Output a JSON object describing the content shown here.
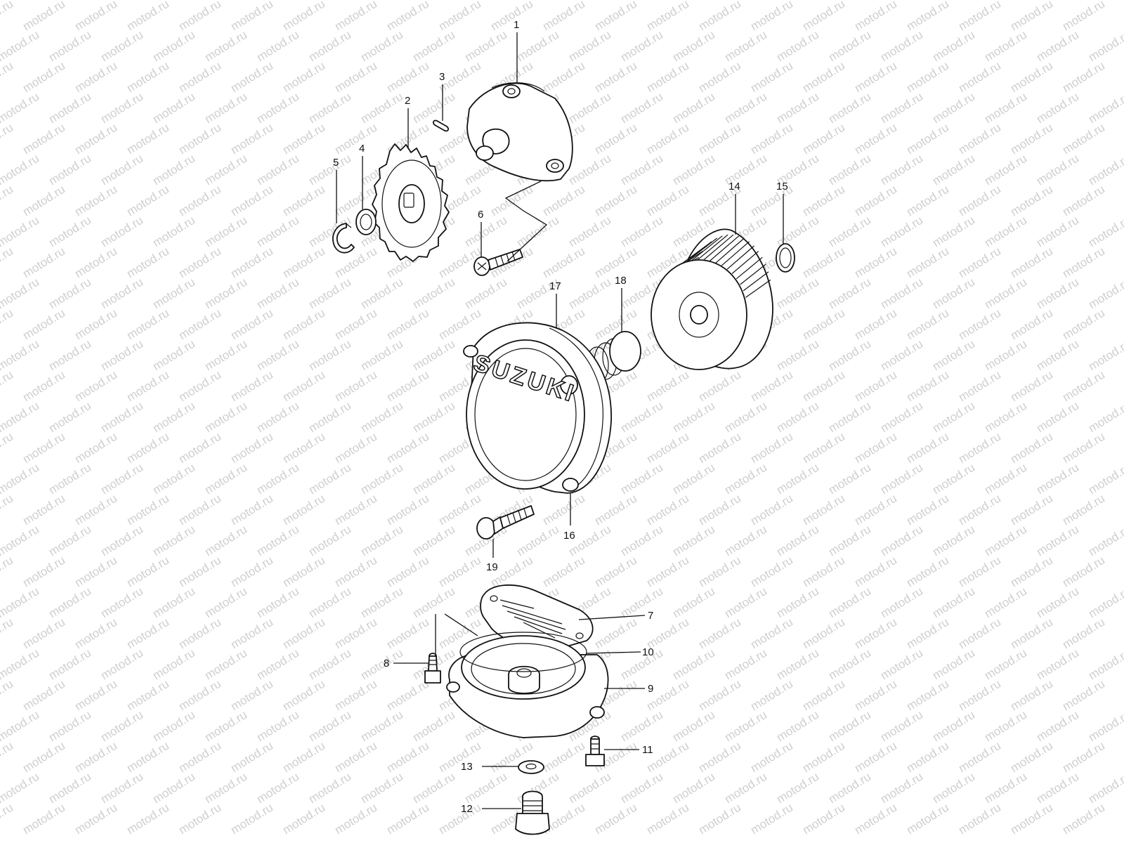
{
  "watermark": "motod.ru",
  "logo_text": "SUZUKI",
  "callouts": [
    {
      "id": "1",
      "label": "1"
    },
    {
      "id": "2",
      "label": "2"
    },
    {
      "id": "3",
      "label": "3"
    },
    {
      "id": "4",
      "label": "4"
    },
    {
      "id": "5",
      "label": "5"
    },
    {
      "id": "6",
      "label": "6"
    },
    {
      "id": "7",
      "label": "7"
    },
    {
      "id": "8",
      "label": "8"
    },
    {
      "id": "9",
      "label": "9"
    },
    {
      "id": "10",
      "label": "10"
    },
    {
      "id": "11",
      "label": "11"
    },
    {
      "id": "12",
      "label": "12"
    },
    {
      "id": "13",
      "label": "13"
    },
    {
      "id": "14",
      "label": "14"
    },
    {
      "id": "15",
      "label": "15"
    },
    {
      "id": "16",
      "label": "16"
    },
    {
      "id": "17",
      "label": "17"
    },
    {
      "id": "18",
      "label": "18"
    },
    {
      "id": "19",
      "label": "19"
    }
  ]
}
